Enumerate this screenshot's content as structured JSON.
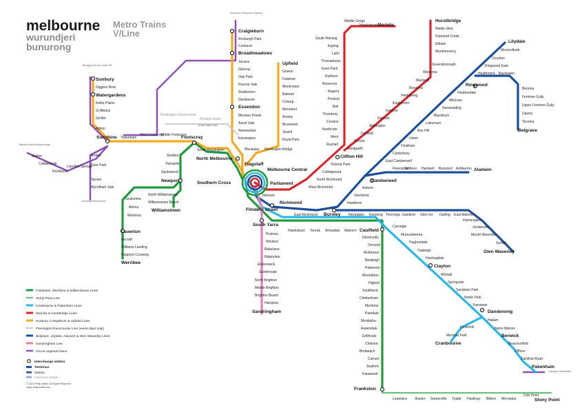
{
  "header": {
    "city": "melbourne",
    "lang1": "wurundjeri",
    "lang2": "bunurong",
    "svc1": "Metro Trains",
    "svc2": "V/Line"
  },
  "colors": {
    "green": "#1f9a3d",
    "cyan": "#29b6e8",
    "red": "#d8262c",
    "yellow": "#f6a81f",
    "blue": "#1c4f9b",
    "pink": "#e77fb7",
    "purple": "#8a4fb8",
    "grey": "#b5b5b5"
  },
  "legend": {
    "items": [
      "Frankston, Werribee & Williamstown Lines",
      "Stony Point Line",
      "Cranbourne & Pakenham Lines",
      "Mernda & Hurstbridge Lines",
      "Sunbury, Craigieburn & Upfield Lines",
      "Flemington Racecourse Line (event days only)",
      "Belgrave, Lilydale, Alamein & Glen Waverley Lines",
      "Sandringham Line",
      "V/Line regional trains"
    ],
    "keys": [
      "Interchange station",
      "Terminus",
      "Station",
      "Part-time station"
    ],
    "copyright1": "© 2023 Philip Mallis. All Rights Reserved",
    "copyright2": "maps.philipmallis.com"
  },
  "stations": {
    "craigieburn": [
      "Craigieburn",
      "Roxburgh Park",
      "Coolaroo",
      "Broadmeadows",
      "Jacana",
      "Glenroy",
      "Oak Park",
      "Pascoe Vale",
      "Strathmore",
      "Glenbervie",
      "Essendon",
      "Moonee Ponds",
      "Ascot Vale",
      "Newmarket",
      "Kensington"
    ],
    "upfield": [
      "Upfield",
      "Gowrie",
      "Fawkner",
      "Merlynston",
      "Batman",
      "Coburg",
      "Moreland",
      "Anstey",
      "Brunswick",
      "Jewell",
      "Royal Park"
    ],
    "sunbury": [
      "Sunbury",
      "Diggers Rest",
      "Watergardens",
      "Keilor Plains",
      "St Albans",
      "Ginifer",
      "Albion"
    ],
    "west": [
      "Sunshine",
      "Tottenham",
      "West Footscray",
      "Middle Footscray",
      "Footscray"
    ],
    "vline_notes": [
      "Seymour Shepparton Sydney",
      "Bendigo Echuca Swan Hill",
      "Ballarat Ararat Maryborough",
      "Geelong Warrnambool"
    ],
    "melton": [
      "Melton",
      "Cobblebank",
      "Rockbank",
      "Caroline Springs",
      "Ardeer",
      "Deer Park",
      "Tarneit",
      "Wyndham Vale"
    ],
    "williamstown": [
      "Seddon",
      "Yarraville",
      "Spotswood",
      "Newport",
      "North Williamstown",
      "Williamstown Beach",
      "Williamstown",
      "Seaholme",
      "Altona",
      "Westona"
    ],
    "werribee": [
      "Laverton",
      "Aircraft",
      "Williams Landing",
      "Hoppers Crossing",
      "Werribee"
    ],
    "racecourse": [
      "Flemington Racecourse",
      "Showgrounds",
      "(Event days only)"
    ],
    "city": [
      "Macaulay",
      "Flemington Bridge",
      "North Melbourne",
      "South Kensington",
      "Flagstaff",
      "Melbourne Central",
      "Southern Cross",
      "Parliament",
      "Flinders Street",
      "Richmond",
      "Jolimont"
    ],
    "mernda": [
      "Mernda",
      "Hawkstowe",
      "Middle Gorge",
      "South Morang",
      "Epping",
      "Lalor",
      "Thomastown",
      "Keon Park",
      "Ruthven",
      "Reservoir",
      "Regent",
      "Preston",
      "Bell",
      "Thornbury",
      "Croxton",
      "Northcote",
      "Merri",
      "Rushall",
      "Clifton Hill",
      "Victoria Park",
      "Collingwood",
      "North Richmond",
      "West Richmond"
    ],
    "hurstbridge": [
      "Hurstbridge",
      "Wattle Glen",
      "Diamond Creek",
      "Eltham",
      "Montmorency",
      "Greensborough",
      "Watsonia",
      "Macleod",
      "Rosanna",
      "Heidelberg",
      "Eaglemont",
      "Ivanhoe",
      "Darebin",
      "Alphington",
      "Fairfield",
      "Dennis",
      "Westgarth"
    ],
    "lilydale": [
      "Lilydale",
      "Mooroolbark",
      "Croydon",
      "Ringwood East",
      "Heathmont",
      "Bayswater",
      "Ringwood",
      "Heatherdale",
      "Mitcham",
      "Nunawading",
      "Blackburn",
      "Laburnum",
      "Box Hill",
      "Union",
      "Chatham",
      "Canterbury",
      "East Camberwell",
      "Camberwell",
      "Auburn",
      "Glenferrie",
      "Hawthorn"
    ],
    "belgrave": [
      "Boronia",
      "Ferntree Gully",
      "Upper Ferntree Gully",
      "Upwey",
      "Tecoma",
      "Belgrave"
    ],
    "alamein": [
      "Riversdale",
      "Willison",
      "Hartwell",
      "Burwood",
      "Ashburton",
      "Alamein"
    ],
    "glenwaverley": [
      "East Richmond",
      "Burnley",
      "Heyington",
      "Kooyong",
      "Tooronga",
      "Gardiner",
      "Glen Iris",
      "Darling",
      "East Malvern",
      "Holmesglen",
      "Jordanville",
      "Mount Waverley",
      "Syndal",
      "Glen Waverley"
    ],
    "sandringham": [
      "South Yarra",
      "Prahran",
      "Windsor",
      "Balaclava",
      "Ripponlea",
      "Elsternwick",
      "Gardenvale",
      "North Brighton",
      "Middle Brighton",
      "Brighton Beach",
      "Hampton",
      "Sandringham"
    ],
    "caulfield_row": [
      "Hawksburn",
      "Toorak",
      "Armadale",
      "Malvern",
      "Caulfield"
    ],
    "frankston": [
      "Glenhuntly",
      "Ormond",
      "McKinnon",
      "Bentleigh",
      "Patterson",
      "Moorabbin",
      "Highett",
      "Southland",
      "Cheltenham",
      "Mentone",
      "Parkdale",
      "Mordialloc",
      "Aspendale",
      "Edithvale",
      "Chelsea",
      "Bonbeach",
      "Carrum",
      "Seaford",
      "Kananook",
      "Frankston"
    ],
    "stonypoint": [
      "Leawarra",
      "Baxter",
      "Somerville",
      "Tyabb",
      "Hastings",
      "Bittern",
      "Morradoo",
      "Crib Point",
      "Stony Point"
    ],
    "pakenham": [
      "Carnegie",
      "Murrumbeena",
      "Hughesdale",
      "Oakleigh",
      "Huntingdale",
      "Clayton",
      "Westall",
      "Springvale",
      "Sandown Park",
      "Noble Park",
      "Yarraman",
      "Dandenong",
      "Hallam",
      "Narre Warren",
      "Berwick",
      "Beaconsfield",
      "Officer",
      "Cardinia Road",
      "Pakenham",
      "Traralgon Bairnsdale"
    ],
    "cranbourne": [
      "Lynbrook",
      "Merinda Park",
      "Cranbourne"
    ]
  }
}
